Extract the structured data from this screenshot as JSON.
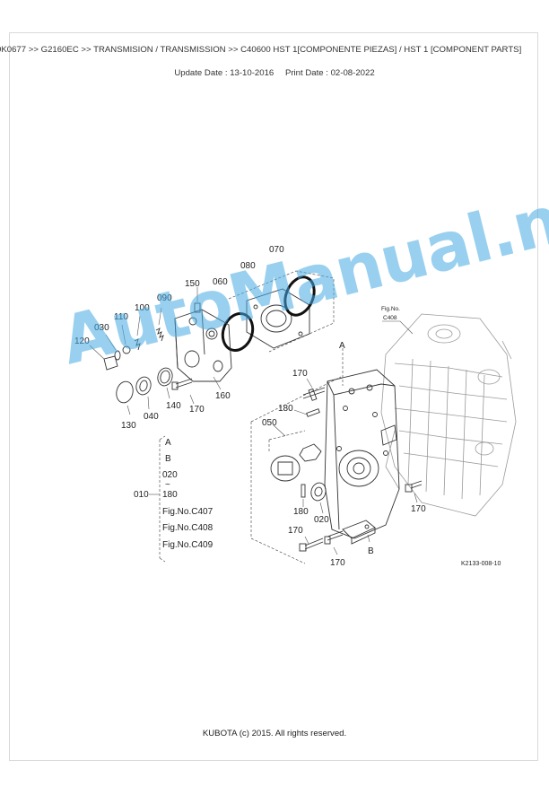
{
  "header": {
    "breadcrumb": "0K0677 >> G2160EC >> TRANSMISION / TRANSMISSION >> C40600   HST 1[COMPONENTE PIEZAS] / HST 1 [COMPONENT PARTS]",
    "update_date": "Update Date : 13-10-2016",
    "print_date": "Print Date : 02-08-2022"
  },
  "diagram": {
    "part_labels": {
      "p070": "070",
      "p080": "080",
      "p060": "060",
      "p150": "150",
      "p090": "090",
      "p100": "100",
      "p110": "110",
      "p030": "030",
      "p120": "120",
      "p130": "130",
      "p040": "040",
      "p140": "140",
      "p170a": "170",
      "p160": "160",
      "p170b": "170",
      "p180a": "180",
      "p050": "050",
      "p180b": "180",
      "p020": "020",
      "p170c": "170",
      "p170d": "170",
      "p170e": "170"
    },
    "markers": {
      "a_top": "A",
      "b_bottom": "B"
    },
    "fig_ref": {
      "line1": "Fig.No.",
      "line2": "C408"
    },
    "bracket": {
      "root": "010",
      "items": [
        "A",
        "B",
        "020",
        "~",
        "180",
        "Fig.No.C407",
        "Fig.No.C408",
        "Fig.No.C409"
      ]
    },
    "drawing_code": "K2133-008-10"
  },
  "watermark": "AutoManual.net",
  "footer": "KUBOTA (c) 2015. All rights reserved."
}
